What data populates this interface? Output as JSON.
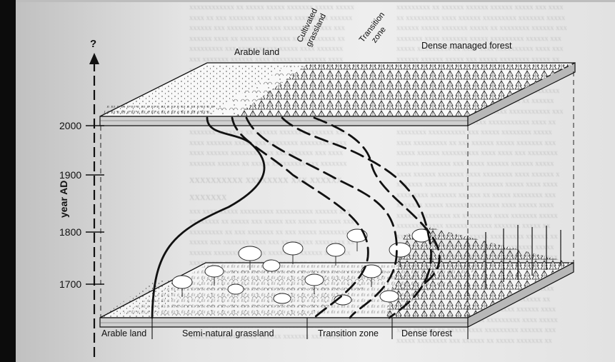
{
  "axis": {
    "title": "year AD",
    "top_marker": "?",
    "ticks": [
      "2000",
      "1900",
      "1800",
      "1700"
    ]
  },
  "top_labels": {
    "arable": "Arable land",
    "cultivated_line1": "Cultivated",
    "cultivated_line2": "grassland",
    "transition_line1": "Transition",
    "transition_line2": "zone",
    "forest": "Dense managed forest"
  },
  "bottom_labels": {
    "arable": "Arable land",
    "grassland": "Semi-natural grassland",
    "transition": "Transition zone",
    "forest": "Dense forest"
  },
  "colors": {
    "ink": "#111111",
    "page": "#e8e8e8",
    "scan_edge": "#0c0c0c"
  }
}
